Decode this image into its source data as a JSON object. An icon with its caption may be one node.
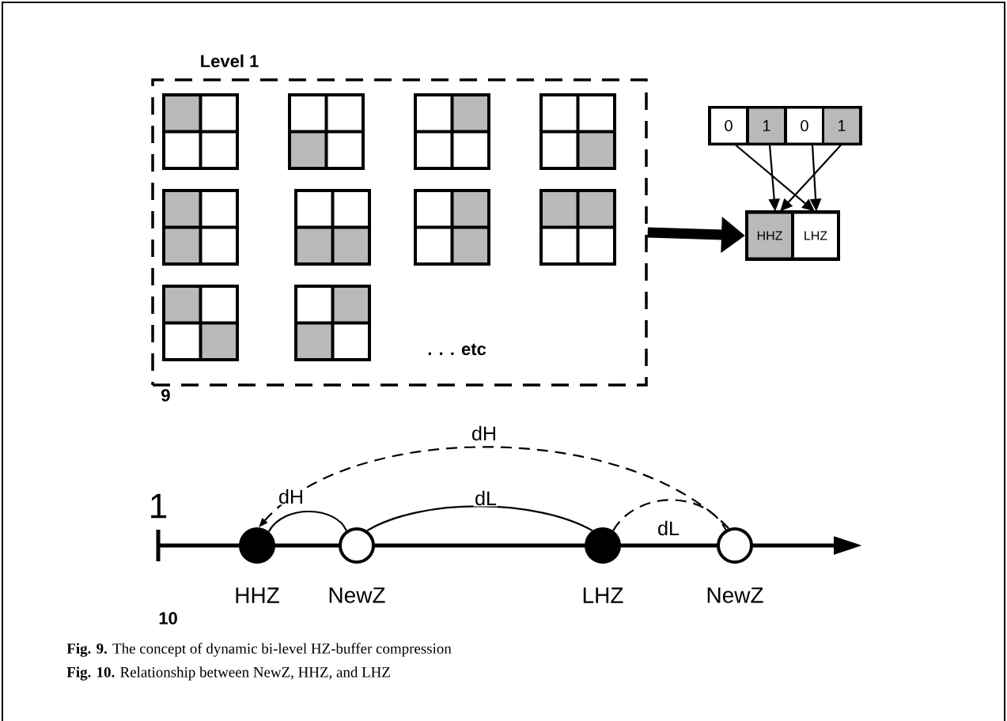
{
  "diagram": {
    "caption": "**Fig. 9.** The concept of dynamic bi-level HZ-buffer compression",
    "nodes": [
      {
        "text": [
          "Level 1"
        ]
      },
      {
        "text": [],
        "shape": "box",
        "in": 0
      },
      {
        "text": [],
        "shape": "box",
        "in": 0
      },
      {
        "text": [],
        "shape": "box",
        "in": 0
      },
      {
        "text": [],
        "shape": "box",
        "in": 0
      },
      {
        "text": [],
        "shape": "box",
        "in": 0
      },
      {
        "text": [],
        "shape": "box",
        "in": 0
      },
      {
        "text": [],
        "shape": "box",
        "in": 0
      },
      {
        "text": [],
        "shape": "box",
        "in": 0
      },
      {
        "text": [],
        "shape": "box",
        "in": 0
      },
      {
        "text": [],
        "shape": "box",
        "in": 0
      },
      {
        "text": [],
        "shape": "box"
      },
      {
        "text": [
          "0"
        ],
        "in": 11
      },
      {
        "text": [
          "1"
        ],
        "in": 11
      },
      {
        "text": [
          "0"
        ],
        "in": 11
      },
      {
        "text": [
          "1"
        ],
        "in": 11
      },
      {
        "text": [],
        "shape": "box"
      },
      {
        "text": [
          "HHZ"
        ],
        "in": 16
      },
      {
        "text": [
          "LHZ"
        ],
        "in": 16
      },
      {
        "text": [],
        "shape": "circle",
        "beside": [
          "HHZ"
        ]
      },
      {
        "text": [],
        "shape": "circle",
        "beside": [
          "NewZ"
        ]
      },
      {
        "text": [],
        "shape": "circle",
        "beside": [
          "LHZ"
        ]
      },
      {
        "text": [],
        "shape": "circle",
        "beside": [
          "NewZ"
        ]
      }
    ],
    "edges": [
      {
        "from": 0,
        "to": 16,
        "arrow": "to",
        "style": "thick"
      },
      {
        "from": 12,
        "to": 18,
        "arrow": "to"
      },
      {
        "from": 13,
        "to": 17,
        "arrow": "to"
      },
      {
        "from": 14,
        "to": 18,
        "arrow": "to"
      },
      {
        "from": 15,
        "to": 17,
        "arrow": "to"
      },
      {
        "from": 19,
        "to": 20,
        "arrow": "none",
        "label": "dH"
      },
      {
        "from": 20,
        "to": 21,
        "arrow": "none",
        "label": "dL"
      },
      {
        "from": 21,
        "to": 22,
        "arrow": "none",
        "label": "dL",
        "style": "dashed"
      },
      {
        "from": 22,
        "to": 19,
        "arrow": "to",
        "label": "dH",
        "style": "dashed"
      }
    ],
    "labels": [
      ". . . etc",
      "9",
      "1",
      "10",
      "**Fig. 10.** Relationship between NewZ, HHZ, and LHZ"
    ]
  }
}
